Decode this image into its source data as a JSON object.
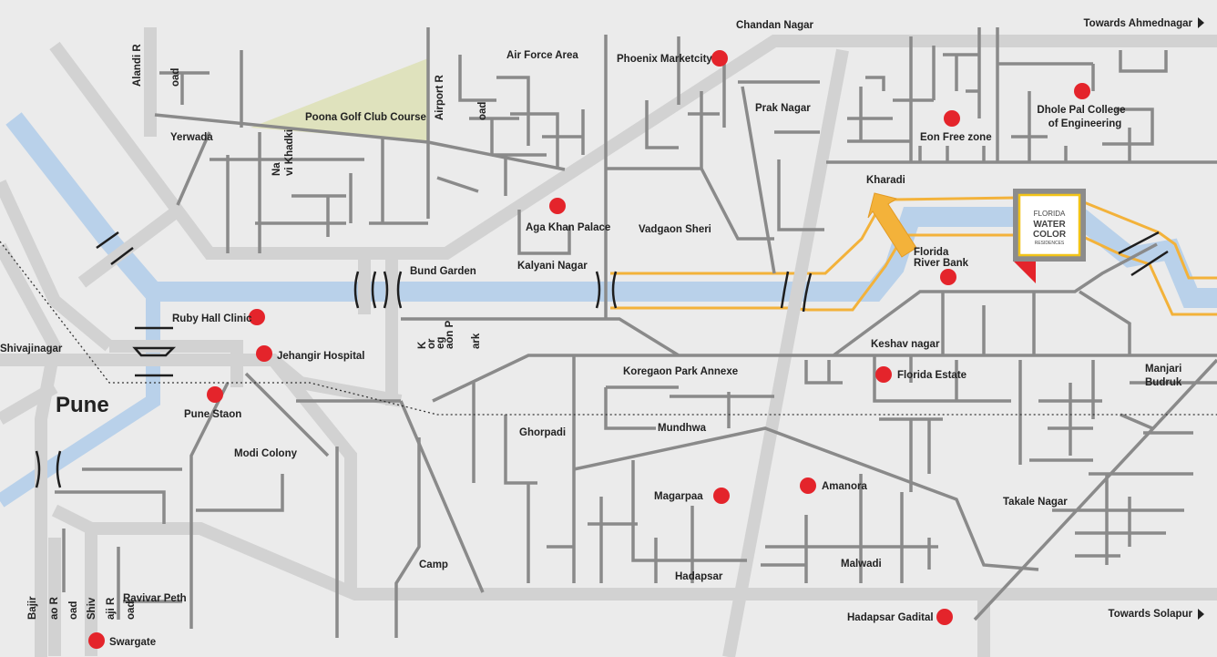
{
  "map": {
    "city_label": "Pune",
    "directions": [
      {
        "id": "ahmednagar",
        "text": "Towards Ahmednagar"
      },
      {
        "id": "solapur",
        "text": "Towards Solapur"
      }
    ],
    "logo": {
      "line1": "FLORIDA",
      "line2": "WATER",
      "line3": "COLOR",
      "line4": "RESIDENCES"
    },
    "areas": [
      {
        "id": "chandan-nagar",
        "text": "Chandan Nagar"
      },
      {
        "id": "air-force-area",
        "text": "Air Force Area"
      },
      {
        "id": "prak-nagar",
        "text": "Prak Nagar"
      },
      {
        "id": "yerwada",
        "text": "Yerwada"
      },
      {
        "id": "poona-golf",
        "text": "Poona Golf Club Course"
      },
      {
        "id": "kharadi",
        "text": "Kharadi"
      },
      {
        "id": "vadgaon-sheri",
        "text": "Vadgaon Sheri"
      },
      {
        "id": "bund-garden",
        "text": "Bund Garden"
      },
      {
        "id": "kalyani-nagar",
        "text": "Kalyani Nagar"
      },
      {
        "id": "keshav-nagar",
        "text": "Keshav nagar"
      },
      {
        "id": "shivajinagar",
        "text": "Shivajinagar"
      },
      {
        "id": "koregaon-annexe",
        "text": "Koregaon Park Annexe"
      },
      {
        "id": "manjari-1",
        "text": "Manjari"
      },
      {
        "id": "manjari-2",
        "text": "Budruk"
      },
      {
        "id": "ghorpadi",
        "text": "Ghorpadi"
      },
      {
        "id": "mundhwa",
        "text": "Mundhwa"
      },
      {
        "id": "modi-colony",
        "text": "Modi Colony"
      },
      {
        "id": "takale-nagar",
        "text": "Takale Nagar"
      },
      {
        "id": "malwadi",
        "text": "Malwadi"
      },
      {
        "id": "camp",
        "text": "Camp"
      },
      {
        "id": "hadapsar",
        "text": "Hadapsar"
      },
      {
        "id": "ravivar-peth",
        "text": "Ravivar Peth"
      }
    ],
    "pois": [
      {
        "id": "phoenix",
        "text": "Phoenix Marketcity"
      },
      {
        "id": "dhole-1",
        "text": "Dhole Pal College"
      },
      {
        "id": "dhole-2",
        "text": "of Engineering"
      },
      {
        "id": "eon",
        "text": "Eon Free zone"
      },
      {
        "id": "aga-khan",
        "text": "Aga Khan Palace"
      },
      {
        "id": "florida-river-1",
        "text": "Florida"
      },
      {
        "id": "florida-river-2",
        "text": "River Bank"
      },
      {
        "id": "ruby-hall",
        "text": "Ruby Hall Clinic"
      },
      {
        "id": "jehangir",
        "text": "Jehangir Hospital"
      },
      {
        "id": "florida-estate",
        "text": "Florida Estate"
      },
      {
        "id": "pune-station",
        "text": "Pune Staon"
      },
      {
        "id": "magarpaa",
        "text": "Magarpaa"
      },
      {
        "id": "amanora",
        "text": "Amanora"
      },
      {
        "id": "hadapsar-gadital",
        "text": "Hadapsar Gadital"
      },
      {
        "id": "swargate",
        "text": "Swargate"
      }
    ],
    "road_names": [
      {
        "id": "alandi-1",
        "text": "Alandi R"
      },
      {
        "id": "alandi-2",
        "text": "oad"
      },
      {
        "id": "airport-1",
        "text": "Airport R"
      },
      {
        "id": "airport-2",
        "text": "oad"
      },
      {
        "id": "nagar-1",
        "text": "Na"
      },
      {
        "id": "nagar-2",
        "text": "vi Khadki"
      },
      {
        "id": "kp-1",
        "text": "K"
      },
      {
        "id": "kp-2",
        "text": "or"
      },
      {
        "id": "kp-3",
        "text": "eg"
      },
      {
        "id": "kp-4",
        "text": "aon P"
      },
      {
        "id": "kp-5",
        "text": "ark"
      },
      {
        "id": "bajir-1",
        "text": "Bajir"
      },
      {
        "id": "bajir-2",
        "text": "ao R"
      },
      {
        "id": "bajir-3",
        "text": "oad"
      },
      {
        "id": "shiv-1",
        "text": "Shiv"
      },
      {
        "id": "shiv-2",
        "text": "aji R"
      },
      {
        "id": "shiv-3",
        "text": "oad"
      }
    ],
    "colors": {
      "background": "#ebebeb",
      "river": "#b9d1ea",
      "riverbank": "#f3b23a",
      "poi": "#e4242b",
      "golf": "#dfe2bd"
    }
  }
}
